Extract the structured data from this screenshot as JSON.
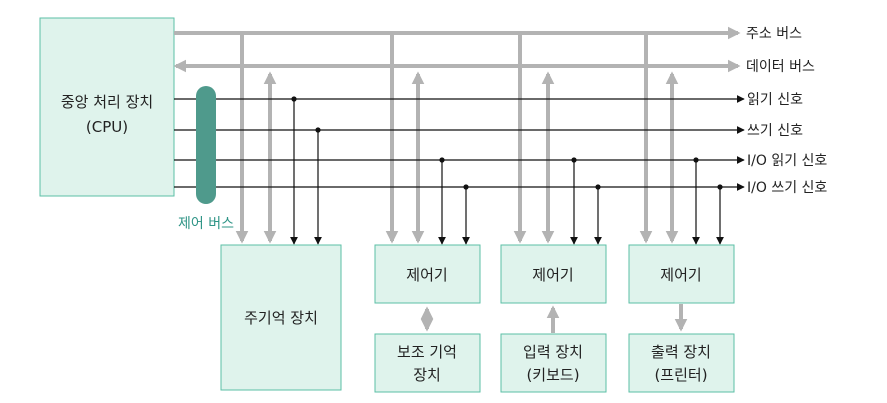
{
  "colors": {
    "box_fill": "#dff3ec",
    "box_stroke": "#5bbfa6",
    "gray_bus": "#b3b3b3",
    "signal_line": "#111111",
    "control_bus": "#4f9a8c",
    "control_bus_label": "#2e9486"
  },
  "cpu": {
    "line1": "중앙 처리 장치",
    "line2": "(CPU)"
  },
  "control_bus_label": "제어 버스",
  "buses": {
    "address": "주소 버스",
    "data": "데이터 버스",
    "read": "읽기 신호",
    "write": "쓰기 신호",
    "io_read": "I/O 읽기 신호",
    "io_write": "I/O 쓰기 신호"
  },
  "main_memory": "주기억 장치",
  "controller_label": "제어기",
  "devices": {
    "storage": {
      "line1": "보조 기억",
      "line2": "장치"
    },
    "input": {
      "line1": "입력 장치",
      "line2": "(키보드)"
    },
    "output": {
      "line1": "출력 장치",
      "line2": "(프린터)"
    }
  }
}
